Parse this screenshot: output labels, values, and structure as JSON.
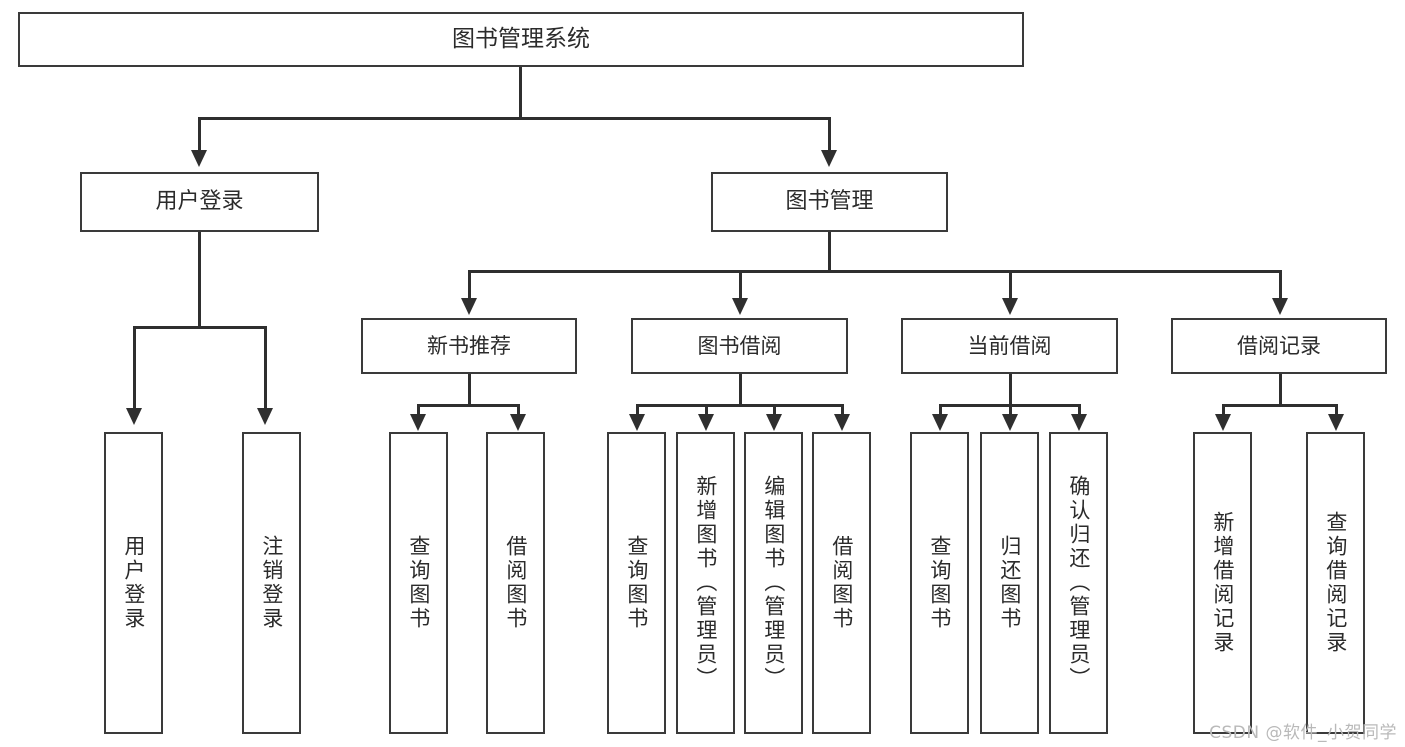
{
  "diagram": {
    "title": "图书管理系统",
    "root": {
      "label": "图书管理系统"
    },
    "level2": [
      {
        "label": "用户登录"
      },
      {
        "label": "图书管理"
      }
    ],
    "level3": [
      {
        "label": "新书推荐"
      },
      {
        "label": "图书借阅"
      },
      {
        "label": "当前借阅"
      },
      {
        "label": "借阅记录"
      }
    ],
    "leaves": {
      "user_login": [
        {
          "label": "用户登录"
        },
        {
          "label": "注销登录"
        }
      ],
      "new_book_recommend": [
        {
          "label": "查询图书"
        },
        {
          "label": "借阅图书"
        }
      ],
      "book_borrow": [
        {
          "label": "查询图书"
        },
        {
          "label": "新增图书（管理员）"
        },
        {
          "label": "编辑图书（管理员）"
        },
        {
          "label": "借阅图书"
        }
      ],
      "current_borrow": [
        {
          "label": "查询图书"
        },
        {
          "label": "归还图书"
        },
        {
          "label": "确认归还（管理员）"
        }
      ],
      "borrow_record": [
        {
          "label": "新增借阅记录"
        },
        {
          "label": "查询借阅记录"
        }
      ]
    }
  },
  "watermark": {
    "text": "CSDN @软件_小贺同学"
  },
  "colors": {
    "box_border": "#3a3a3a",
    "connector": "#2f2f2f",
    "text": "#2b2b2b",
    "background": "#ffffff",
    "watermark": "#b9b9b9"
  }
}
